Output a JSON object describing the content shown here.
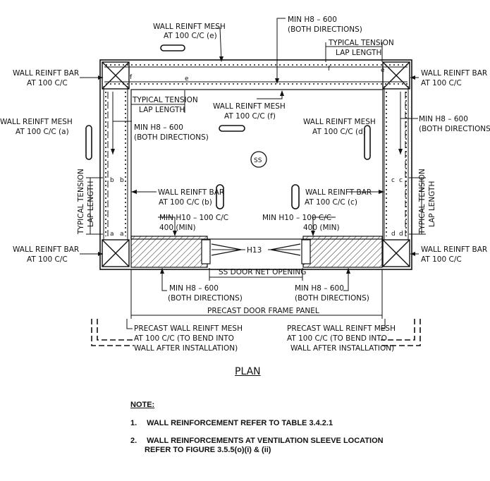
{
  "labels": {
    "wall_reinft_mesh_e": [
      "WALL REINFT MESH",
      "AT 100 C/C (e)"
    ],
    "min_h8_top": [
      "MIN H8 – 600",
      "(BOTH DIRECTIONS)"
    ],
    "typical_tension_top": [
      "TYPICAL TENSION",
      "LAP LENGTH"
    ],
    "wall_reinft_bar_tl": [
      "WALL REINFT BAR",
      "AT 100 C/C"
    ],
    "wall_reinft_bar_tr": [
      "WALL REINFT BAR",
      "AT 100 C/C"
    ],
    "typical_tension_inner": [
      "TYPICAL TENSION",
      "LAP LENGTH"
    ],
    "wall_reinft_mesh_f": [
      "WALL REINFT MESH",
      "AT 100 C/C (f)"
    ],
    "wall_reinft_mesh_a": [
      "WALL REINFT MESH",
      "AT 100 C/C (a)"
    ],
    "min_h8_left": [
      "MIN H8 – 600",
      "(BOTH DIRECTIONS)"
    ],
    "wall_reinft_mesh_d": [
      "WALL REINFT MESH",
      "AT 100 C/C (d)"
    ],
    "min_h8_right": [
      "MIN H8 – 600",
      "(BOTH DIRECTIONS)"
    ],
    "ss": "SS",
    "typical_tension_left": [
      "TYPICAL TENSION",
      "LAP LENGTH"
    ],
    "typical_tension_right": [
      "TYPICAL TENSION",
      "LAP LENGTH"
    ],
    "wall_reinft_bar_b": [
      "WALL REINFT BAR",
      "AT 100 C/C (b)"
    ],
    "wall_reinft_bar_c": [
      "WALL REINFT BAR",
      "AT 100 C/C (c)"
    ],
    "min_h10_left": [
      "MIN H10 – 100 C/C",
      "400 (MIN)"
    ],
    "min_h10_right": [
      "MIN H10 – 100 C/C",
      "400 (MIN)"
    ],
    "h13": "H13",
    "wall_reinft_bar_bl": [
      "WALL REINFT BAR",
      "AT 100 C/C"
    ],
    "wall_reinft_bar_br": [
      "WALL REINFT BAR",
      "AT 100 C/C"
    ],
    "ss_door": "SS DOOR NET OPENING",
    "min_h8_bl": [
      "MIN H8 – 600",
      "(BOTH DIRECTIONS)"
    ],
    "min_h8_br": [
      "MIN H8 – 600",
      "(BOTH DIRECTIONS)"
    ],
    "precast_door": "PRECAST DOOR FRAME PANEL",
    "precast_mesh_left": [
      "PRECAST WALL REINFT MESH",
      "AT 100 C/C (TO BEND INTO",
      "WALL AFTER INSTALLATION)"
    ],
    "precast_mesh_right": [
      "PRECAST WALL REINFT MESH",
      "AT 100 C/C (TO BEND INTO",
      "WALL AFTER INSTALLATION)"
    ],
    "letters": {
      "a": "a",
      "b": "b",
      "c": "c",
      "d": "d",
      "e": "e",
      "f": "f"
    }
  },
  "plan_title": "PLAN",
  "notes": {
    "title": "NOTE:",
    "items": [
      {
        "num": "1.",
        "lines": [
          "WALL REINFORCEMENT REFER TO TABLE 3.4.2.1"
        ]
      },
      {
        "num": "2.",
        "lines": [
          "WALL REINFORCEMENTS AT VENTILATION SLEEVE LOCATION",
          "REFER TO FIGURE 3.5.5(o)(i) & (ii)"
        ]
      }
    ]
  }
}
